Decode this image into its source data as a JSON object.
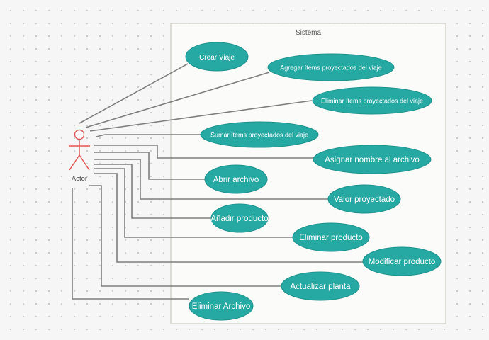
{
  "system": {
    "label": "Sistema"
  },
  "actor": {
    "label": "Actor",
    "color": "#e05555"
  },
  "colors": {
    "usecase": "#26a9a3",
    "line": "#7f7f7f",
    "boundary": "#d4d2cc"
  },
  "use_cases": [
    "Crear Viaje",
    "Agregar ítems proyectados del viaje",
    "Eliminar ítems proyectados del viaje",
    "Sumar ítems proyectados del viaje",
    "Asignar nombre al archivo",
    "Abrir archivo",
    "Valor proyectado",
    "Añadir producto",
    "Eliminar producto",
    "Modificar producto",
    "Actualizar planta",
    "Eliminar Archivo"
  ]
}
